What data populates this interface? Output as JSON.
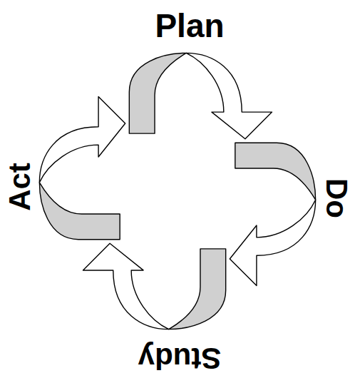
{
  "diagram": {
    "labels": [
      "Plan",
      "Do",
      "Study",
      "Act"
    ]
  }
}
